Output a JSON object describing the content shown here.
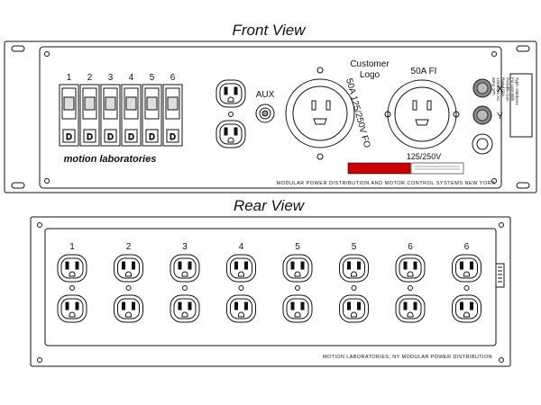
{
  "titles": {
    "front": "Front View",
    "rear": "Rear View"
  },
  "front": {
    "breaker_numbers": [
      "1",
      "2",
      "3",
      "4",
      "5",
      "6"
    ],
    "breaker_mark": "D",
    "brand": "motion laboratories",
    "aux_label": "AUX",
    "customer_logo": "Customer\nLogo",
    "twistlock_left": "50A 125/250V FO",
    "twistlock_right_top": "50A FI",
    "twistlock_right_bottom": "125/250V",
    "indicator_x": "X",
    "indicator_y": "Y",
    "footer_text": "MODULAR POWER DISTRIBUTION AND MOTOR CONTROL SYSTEMS   NEW YORK",
    "side_tag": "Type: Outdoors\nFor Use With\nPortable Gen\nRated 50A\n125/250V AC\n60Hz 1Ph"
  },
  "rear": {
    "outlet_numbers": [
      "1",
      "2",
      "3",
      "4",
      "5",
      "5",
      "6",
      "6"
    ],
    "footer_text": "MOTION LABORATORIES, NY   MODULAR POWER DISTRIBUTION"
  },
  "colors": {
    "line": "#111111",
    "warning_red": "#cc0000",
    "panel": "#ffffff",
    "indicator": "#8a8a8a"
  }
}
